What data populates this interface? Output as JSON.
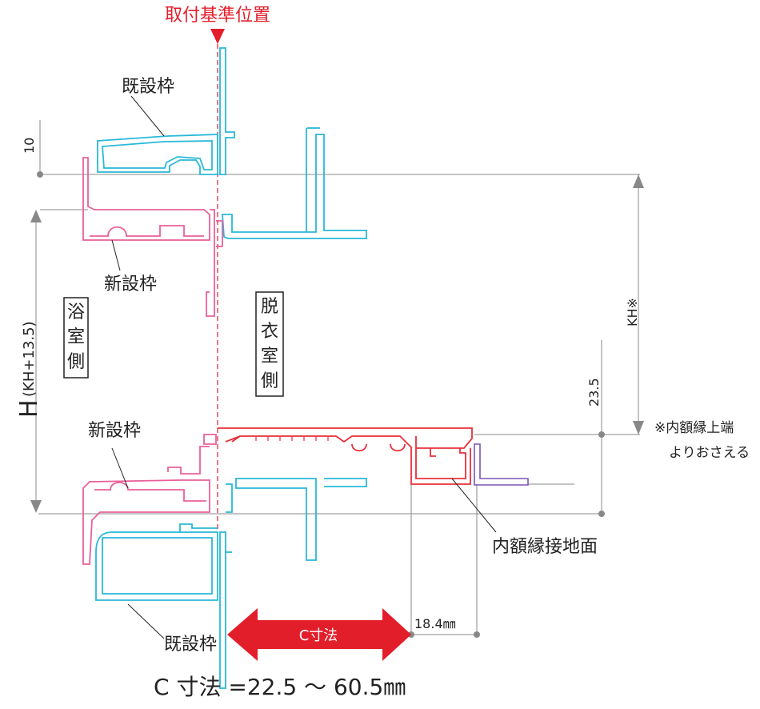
{
  "reference_label": "取付基準位置",
  "existing_frame_top": "既設枠",
  "existing_frame_bottom": "既設枠",
  "new_frame_top": "新設枠",
  "new_frame_bottom": "新設枠",
  "bathroom_side": [
    "浴",
    "室",
    "側"
  ],
  "changing_room_side": [
    "脱",
    "衣",
    "室",
    "側"
  ],
  "dim_10": "10",
  "dim_h_main": "H",
  "dim_h_sub": "(KH+13.5)",
  "dim_kh": "KH※",
  "dim_23_5": "23.5",
  "note_line1": "※内額縁上端",
  "note_line2": "よりおさえる",
  "inner_frame_contact": "内額縁接地面",
  "dim_18_4": "18.4㎜",
  "c_arrow_label": "C寸法",
  "c_formula": "C 寸法 =22.5 ～ 60.5㎜",
  "colors": {
    "existing_frame": "#29b8d8",
    "new_frame": "#e8609a",
    "inner_frame": "#e8303a",
    "reference": "#e31e2b",
    "dimension": "#888888",
    "small_part": "#7a55b5"
  }
}
